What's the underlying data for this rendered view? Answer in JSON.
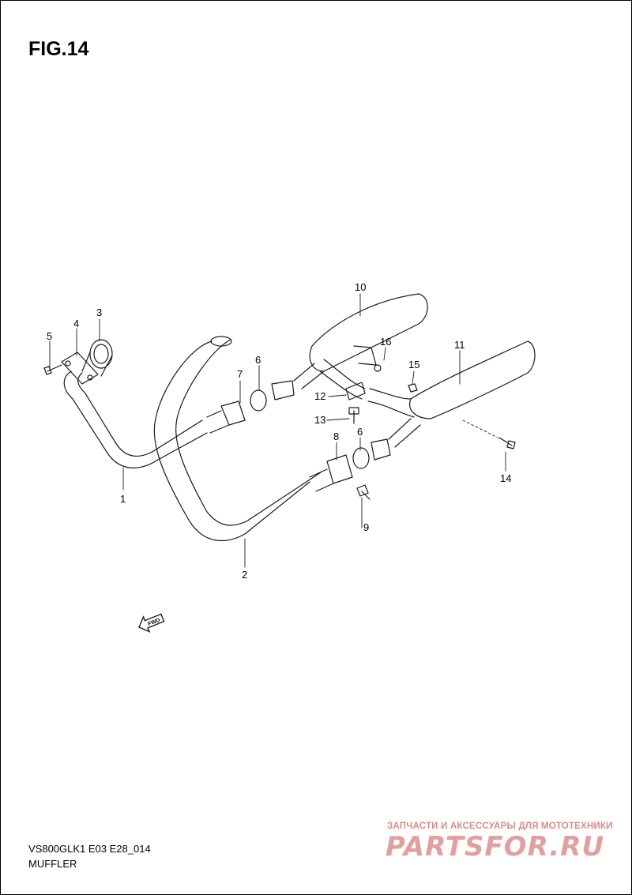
{
  "figure": {
    "title": "FIG.14"
  },
  "callouts": [
    "1",
    "2",
    "3",
    "4",
    "5",
    "6",
    "7",
    "8",
    "9",
    "10",
    "11",
    "12",
    "13",
    "14",
    "15",
    "16",
    "6"
  ],
  "fwd_badge": "FWD",
  "footer": {
    "model_code": "VS800GLK1 E03 E28_014",
    "section": "MUFFLER"
  },
  "watermark": {
    "tagline": "ЗАПЧАСТИ И АКСЕССУАРЫ ДЛЯ МОТОТЕХНИКИ",
    "logo": "PARTSFOR.RU"
  },
  "colors": {
    "line": "#1a1a1a",
    "watermark": "#e0a0a0"
  }
}
